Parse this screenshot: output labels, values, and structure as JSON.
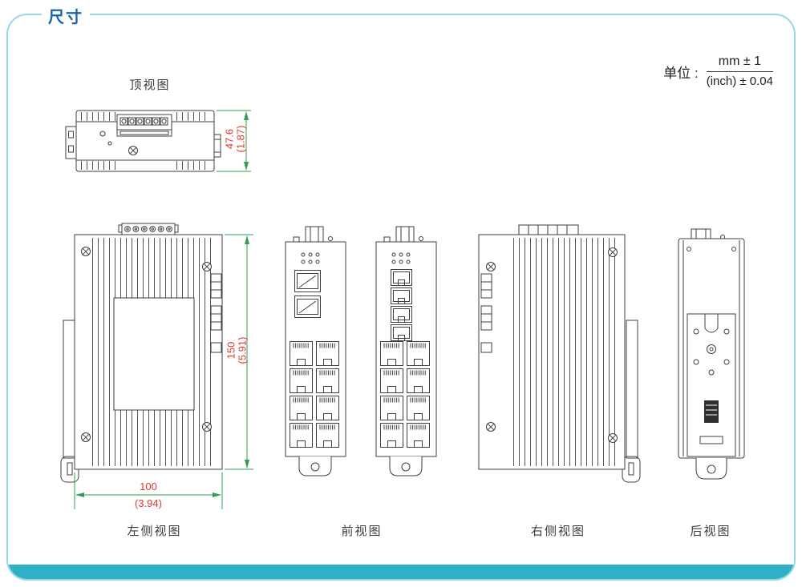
{
  "page": {
    "title": "尺寸"
  },
  "units": {
    "label": "单位 :",
    "metric": "mm ± 1",
    "imperial": "(inch) ± 0.04"
  },
  "views": {
    "top": "顶视图",
    "left_side": "左侧视图",
    "front": "前视图",
    "right_side": "右侧视图",
    "rear": "后视图"
  },
  "dimensions": {
    "depth_mm": "47.6",
    "depth_inch": "(1.87)",
    "height_mm": "150",
    "height_inch": "(5.91)",
    "width_mm": "100",
    "width_inch": "(3.94)"
  },
  "colors": {
    "accent_blue": "#1565b4",
    "frame_border": "#96d7e8",
    "footer_bar": "#2fb0c6",
    "dimension_text": "#e03a2f",
    "dimension_line": "#2e9e50",
    "linework": "#3f3f3f"
  }
}
